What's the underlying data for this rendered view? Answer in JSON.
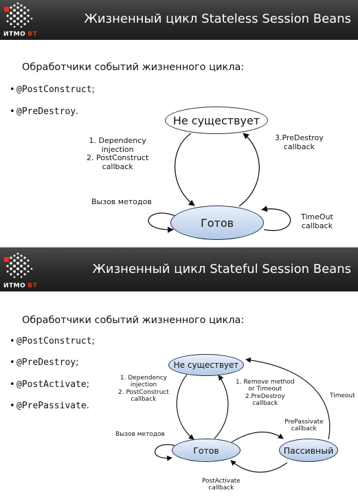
{
  "slide1": {
    "logo_text": "ИТМО",
    "logo_text_accent": "ВТ",
    "title": "Жизненный цикл Stateless Session Beans",
    "subheading": "Обработчики событий жизненного цикла:",
    "bullets": [
      {
        "code": "@PostConstruct",
        "suffix": ";"
      },
      {
        "code": "@PreDestroy",
        "suffix": "."
      }
    ],
    "diagram": {
      "state_not_exists": "Не существует",
      "state_ready": "Готов",
      "label_create": [
        "1. Dependency",
        "injection",
        "2. PostConstruct",
        "callback"
      ],
      "label_destroy": [
        "3.PreDestroy",
        "callback"
      ],
      "label_calls": "Вызов методов",
      "label_timeout": [
        "TimeOut",
        "callback"
      ]
    }
  },
  "slide2": {
    "logo_text": "ИТМО",
    "logo_text_accent": "ВТ",
    "title": "Жизненный цикл Stateful Session Beans",
    "subheading": "Обработчики событий жизненного цикла:",
    "bullets": [
      {
        "code": "@PostConstruct",
        "suffix": ";"
      },
      {
        "code": "@PreDestroy",
        "suffix": ";"
      },
      {
        "code": "@PostActivate",
        "suffix": ";"
      },
      {
        "code": "@PrePassivate",
        "suffix": "."
      }
    ],
    "diagram": {
      "state_not_exists": "Не существует",
      "state_ready": "Готов",
      "state_passive": "Пассивный",
      "label_create": [
        "1. Dependency",
        "injection",
        "2. PostConstruct",
        "callback"
      ],
      "label_remove": [
        "1. Remove method",
        "or Timeout",
        "2.PreDestroy",
        "callback"
      ],
      "label_timeout": "Timeout",
      "label_prepassivate": [
        "PrePassivate",
        "callback"
      ],
      "label_calls": "Вызов методов",
      "label_postactivate": [
        "PostActivate",
        "callback"
      ]
    }
  },
  "colors": {
    "header_bg": "#2a2a2a",
    "accent_red": "#e53222",
    "state_border": "#1f2d47",
    "state_fill": "#b3c9e6"
  }
}
